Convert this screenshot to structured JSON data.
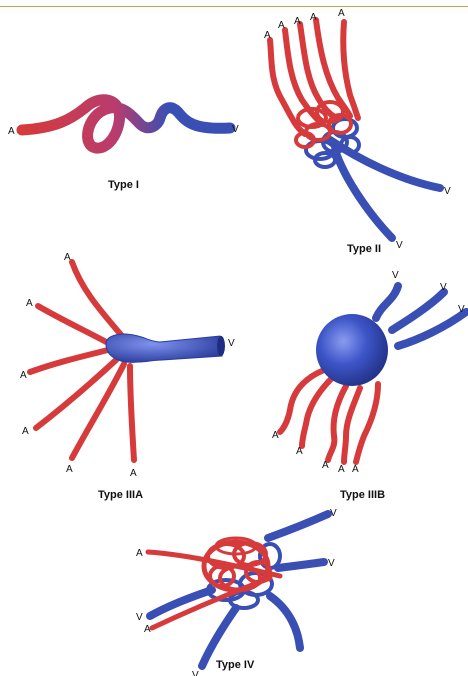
{
  "colors": {
    "artery": "#d63a3a",
    "vein": "#3a4fb3",
    "rule": "#c9a04a"
  },
  "labels": {
    "artery": "A",
    "vein": "V"
  },
  "panels": {
    "type1": {
      "caption": "Type I"
    },
    "type2": {
      "caption": "Type II"
    },
    "type3a": {
      "caption": "Type IIIA"
    },
    "type3b": {
      "caption": "Type IIIB"
    },
    "type4": {
      "caption": "Type IV"
    }
  }
}
